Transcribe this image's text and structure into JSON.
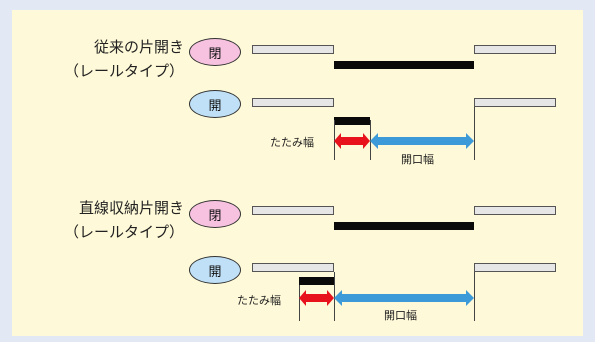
{
  "colors": {
    "background": "#e3e8f5",
    "panel": "#fef9d8",
    "closed_badge": "#f6c2df",
    "open_badge": "#bfe0f6",
    "folding_arrow": "#e8121c",
    "opening_arrow": "#3c9ad8",
    "door": "#0a0a0a"
  },
  "sections": [
    {
      "title_line1": "従来の片開き",
      "title_line2": "（レールタイプ）",
      "closed_label": "閉",
      "open_label": "開",
      "folding_label": "たたみ幅",
      "opening_label": "開口幅"
    },
    {
      "title_line1": "直線収納片開き",
      "title_line2": "（レールタイプ）",
      "closed_label": "閉",
      "open_label": "開",
      "folding_label": "たたみ幅",
      "opening_label": "開口幅"
    }
  ]
}
